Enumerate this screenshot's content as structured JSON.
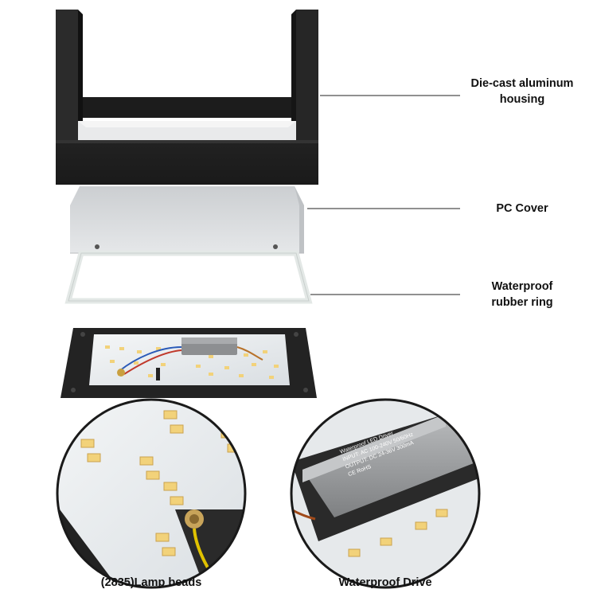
{
  "labels": {
    "housing": [
      "Die-cast aluminum",
      "housing"
    ],
    "pc_cover": "PC Cover",
    "rubber_ring": [
      "Waterproof",
      "rubber ring"
    ],
    "lamp_beads": "(2835)Lamp beads",
    "drive": "Waterproof Drive"
  },
  "driver_module": {
    "text_lines": [
      "Waterproof LED Driver",
      "INPUT: AC 100-240V 50/60Hz",
      "OUTPUT: DC 24-36V 300mA",
      "CE  RoHS"
    ]
  },
  "colors": {
    "housing": "#1e1e1e",
    "pc_cover": "#d6d8da",
    "rubber_ring": "#eef2f0",
    "board": "#eceff1",
    "led": "#f2d27a",
    "driver": "#9a9c9e",
    "leader_line": "#222222"
  }
}
